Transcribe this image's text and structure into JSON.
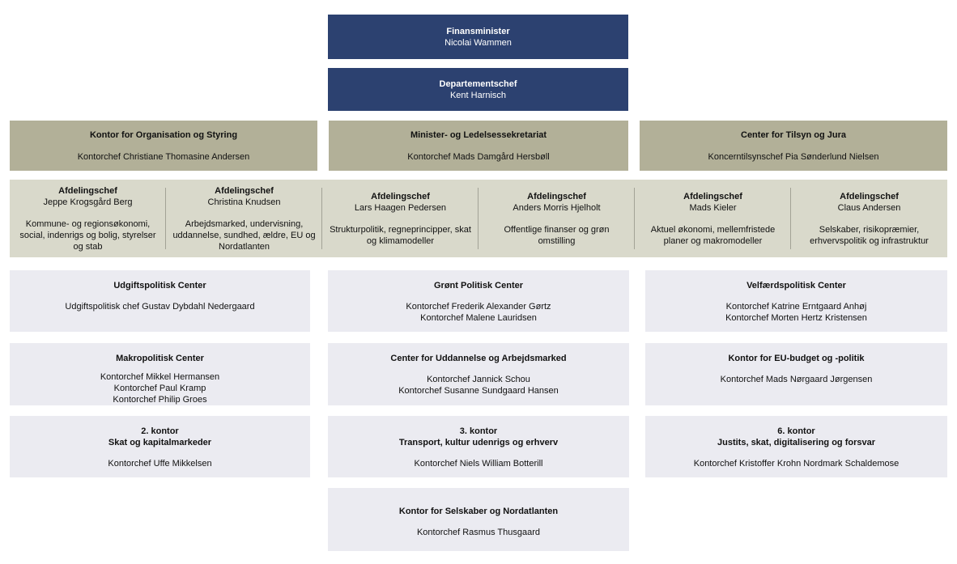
{
  "colors": {
    "navy": "#2c4170",
    "olive": "#b2b098",
    "light_olive": "#d9d9cb",
    "lavender": "#ebebf1"
  },
  "top_boxes": [
    {
      "title": "Finansminister",
      "name": "Nicolai Wammen"
    },
    {
      "title": "Departementschef",
      "name": "Kent Harnisch"
    }
  ],
  "level2": [
    {
      "title": "Kontor for Organisation og Styring",
      "person": "Kontorchef Christiane Thomasine Andersen"
    },
    {
      "title": "Minister- og Ledelsessekretariat",
      "person": "Kontorchef Mads Damgård Hersbøll"
    },
    {
      "title": "Center for Tilsyn og Jura",
      "person": "Koncerntilsynschef Pia Sønderlund Nielsen"
    }
  ],
  "afdelingschefer": [
    {
      "title": "Afdelingschef",
      "name": "Jeppe Krogsgård Berg",
      "area": "Kommune- og regionsøkonomi, social, indenrigs og bolig, styrelser og stab"
    },
    {
      "title": "Afdelingschef",
      "name": "Christina Knudsen",
      "area": "Arbejdsmarked, undervisning, uddannelse, sundhed, ældre, EU og Nordatlanten"
    },
    {
      "title": "Afdelingschef",
      "name": "Lars Haagen Pedersen",
      "area": "Strukturpolitik, regneprincipper, skat og klimamodeller"
    },
    {
      "title": "Afdelingschef",
      "name": "Anders Morris Hjelholt",
      "area": "Offentlige finanser og grøn omstilling"
    },
    {
      "title": "Afdelingschef",
      "name": "Mads Kieler",
      "area": "Aktuel økonomi, mellemfristede planer og makromodeller"
    },
    {
      "title": "Afdelingschef",
      "name": "Claus Andersen",
      "area": "Selskaber, risikopræmier, erhvervspolitik og infrastruktur"
    }
  ],
  "units": [
    {
      "title": "Udgiftspolitisk Center",
      "people": [
        "Udgiftspolitisk chef Gustav Dybdahl Nedergaard"
      ]
    },
    {
      "title": "Grønt Politisk Center",
      "people": [
        "Kontorchef Frederik Alexander Gørtz",
        "Kontorchef Malene Lauridsen"
      ]
    },
    {
      "title": "Velfærdspolitisk Center",
      "people": [
        "Kontorchef Katrine Erntgaard Anhøj",
        "Kontorchef Morten Hertz Kristensen"
      ]
    },
    {
      "title": "Makropolitisk Center",
      "people": [
        "Kontorchef Mikkel Hermansen",
        "Kontorchef Paul Kramp",
        "Kontorchef Philip Groes"
      ]
    },
    {
      "title": "Center for Uddannelse og Arbejdsmarked",
      "people": [
        "Kontorchef Jannick Schou",
        "Kontorchef Susanne Sundgaard Hansen"
      ]
    },
    {
      "title": "Kontor for EU-budget og -politik",
      "people": [
        "Kontorchef Mads Nørgaard Jørgensen"
      ]
    },
    {
      "title": "2. kontor",
      "title2": "Skat og kapitalmarkeder",
      "people": [
        "Kontorchef Uffe Mikkelsen"
      ]
    },
    {
      "title": "3. kontor",
      "title2": "Transport, kultur udenrigs og erhverv",
      "people": [
        "Kontorchef Niels William Botterill"
      ]
    },
    {
      "title": "6. kontor",
      "title2": "Justits, skat, digitalisering og forsvar",
      "people": [
        "Kontorchef Kristoffer Krohn Nordmark Schaldemose"
      ]
    },
    {
      "title": "Kontor for Selskaber og Nordatlanten",
      "people": [
        "Kontorchef Rasmus Thusgaard"
      ]
    }
  ]
}
